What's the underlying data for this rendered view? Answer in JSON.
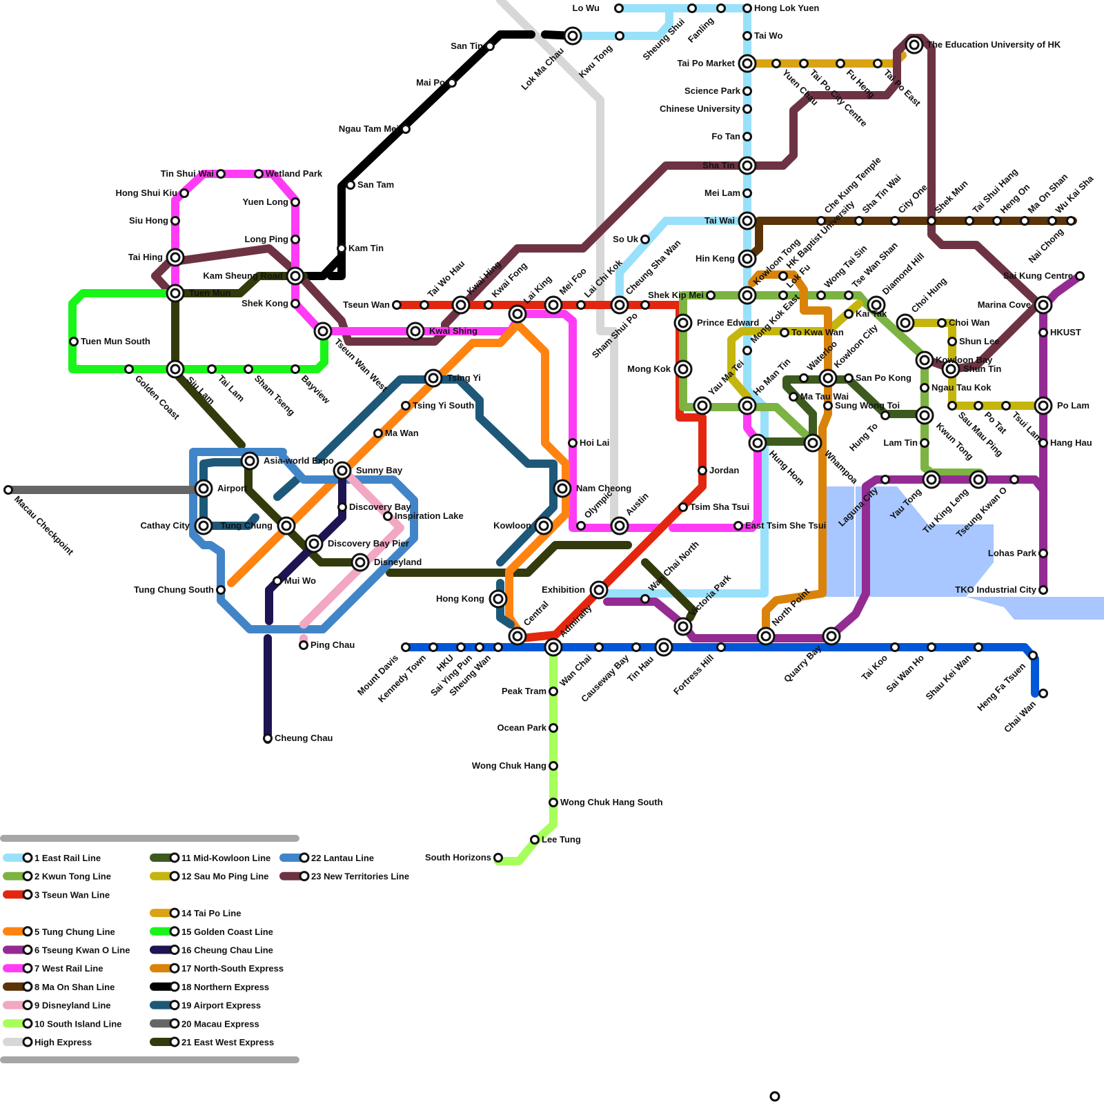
{
  "colors": {
    "east_rail": "#99e1fa",
    "kwun_tong": "#7cb342",
    "tsuen_wan": "#e3260f",
    "tung_chung": "#ff8311",
    "tseung_kwan_o": "#932b93",
    "west_rail": "#ff3cf5",
    "ma_on_shan": "#5a3308",
    "disneyland": "#f2a7c3",
    "south_island": "#a6ff5a",
    "high_express": "#d7d7d7",
    "mid_kowloon": "#3d5a1f",
    "sau_mo_ping": "#c4b60e",
    "tai_po": "#d9a314",
    "golden_coast": "#19f519",
    "cheung_chau": "#1d1452",
    "north_south": "#d9830a",
    "northern": "#000000",
    "airport": "#1e5878",
    "macau": "#666666",
    "east_west": "#333a0c",
    "lantau": "#4185c8",
    "new_territories": "#6d3343",
    "island": "#0057d8",
    "water": "#a8c6ff"
  },
  "legend": [
    {
      "label": "1 East Rail Line",
      "color": "#99e1fa"
    },
    {
      "label": "2 Kwun Tong Line",
      "color": "#7cb342"
    },
    {
      "label": "3 Tseun Wan Line",
      "color": "#e3260f"
    },
    {
      "label": "",
      "color": ""
    },
    {
      "label": "5 Tung Chung Line",
      "color": "#ff8311"
    },
    {
      "label": "6 Tseung Kwan O Line",
      "color": "#932b93"
    },
    {
      "label": "7 West Rail Line",
      "color": "#ff3cf5"
    },
    {
      "label": "8 Ma On Shan Line",
      "color": "#5a3308"
    },
    {
      "label": "9 Disneyland Line",
      "color": "#f2a7c3"
    },
    {
      "label": "10 South Island Line",
      "color": "#a6ff5a"
    },
    {
      "label": "High Express",
      "color": "#d7d7d7"
    },
    {
      "label": "11 Mid-Kowloon Line",
      "color": "#3d5a1f"
    },
    {
      "label": "12 Sau Mo Ping Line",
      "color": "#c4b60e"
    },
    {
      "label": "",
      "color": ""
    },
    {
      "label": "14 Tai Po Line",
      "color": "#d9a314"
    },
    {
      "label": "15 Golden Coast Line",
      "color": "#19f519"
    },
    {
      "label": "16 Cheung Chau Line",
      "color": "#1d1452"
    },
    {
      "label": "17 North-South Express",
      "color": "#d9830a"
    },
    {
      "label": "18 Northern Express",
      "color": "#000000"
    },
    {
      "label": "19 Airport Express",
      "color": "#1e5878"
    },
    {
      "label": "20 Macau Express",
      "color": "#666666"
    },
    {
      "label": "21 East West Express",
      "color": "#333a0c"
    },
    {
      "label": "22 Lantau Line",
      "color": "#4185c8"
    },
    {
      "label": "23 New Territories Line",
      "color": "#6d3343"
    }
  ],
  "stations": [
    "Lo Wu",
    "Sheung Shui",
    "Fanling",
    "Hong Lok Yuen",
    "Tai Wo",
    "Lok Ma Chau",
    "Kwu Tong",
    "San Tin",
    "Mai Po",
    "Ngau Tam Mei",
    "San Tam",
    "Kam Tin",
    "Tai Po Market",
    "Yuen Chau",
    "Tai Po City Centre",
    "Fu Heng",
    "Tai Po East",
    "The Education University of HK",
    "Science Park",
    "Chinese University",
    "Fo Tan",
    "Sha Tin",
    "Mei Lam",
    "Tai Wai",
    "Che Kung Temple",
    "Sha Tin Wai",
    "City One",
    "Shek Mun",
    "Tai Shui Hang",
    "Heng On",
    "Ma On Shan",
    "Wu Kai Sha",
    "Nai Chong",
    "Sai Kung Centre",
    "Tin Shui Wai",
    "Wetland Park",
    "Hong Shui Kiu",
    "Siu Hong",
    "Yuen Long",
    "Long Ping",
    "Tai Hing",
    "Tuen Mun",
    "Kam Sheung Road",
    "Shek Kong",
    "Tuen Mun South",
    "Golden Coast",
    "Siu Lam",
    "Tai Lam",
    "Sham Tseng",
    "Bayview",
    "Tseun Wan West",
    "Kwai Shing",
    "Tseun Wan",
    "Tai Wo Hau",
    "Kwai Hing",
    "Kwai Fong",
    "Lai King",
    "Mei Foo",
    "Lai Chi Kok",
    "Cheung Sha Wan",
    "Sham Shui Po",
    "So Uk",
    "Shek Kip Mei",
    "Hin Keng",
    "Kowloon Tong",
    "HK Baptist University",
    "Lok Fu",
    "Wong Tai Sin",
    "Tse Wan Shan",
    "Diamond Hill",
    "Choi Hung",
    "Choi Wan",
    "Shun Lee",
    "Kowloon Bay",
    "Shun Tin",
    "Ngau Tau Kok",
    "Kwun Tong",
    "Lam Tin",
    "Sau Mau Ping",
    "Po Tat",
    "Tsui Lam",
    "Po Lam",
    "Hang Hau",
    "HKUST",
    "Marina Cove",
    "Lohas Park",
    "TKO Industrial City",
    "Prince Edward",
    "Mong Kok",
    "Mong Kok East",
    "Yau Ma Tei",
    "Ho Man Tin",
    "Hung Hom",
    "To Kwa Wan",
    "Sung Wong Toi",
    "Kai Tak",
    "San Po Kong",
    "Kowloon City",
    "Waterloo",
    "Ma Tau Wai",
    "Whampoa",
    "Hung To",
    "Jordan",
    "Tsim Sha Tsui",
    "East Tsim She Tsui",
    "Austin",
    "Olympic",
    "Nam Cheong",
    "Hoi Lai",
    "Kowloon",
    "Tsing Yi",
    "Tsing Yi South",
    "Ma Wan",
    "Sunny Bay",
    "Asia-world Expo",
    "Airport",
    "Cathay City",
    "Tung Chung",
    "Tung Chung South",
    "Discovery Bay",
    "Inspiration Lake",
    "Discovery Bay Pier",
    "Disneyland",
    "Mui Wo",
    "Ping Chau",
    "Cheung Chau",
    "Macau Checkpoint",
    "Hong Kong",
    "Central",
    "Admiralty",
    "Exhibition",
    "Wan Chai North",
    "Victoria Park",
    "North Point",
    "Quarry Bay",
    "Laguna City",
    "Yau Tong",
    "Tiu King Leng",
    "Tseung Kwan O",
    "Mount Davis",
    "Kennedy Town",
    "HKU",
    "Sai Ying Pun",
    "Sheung Wan",
    "Wan Chai",
    "Causeway Bay",
    "Tin Hau",
    "Fortress Hill",
    "Tai Koo",
    "Sai Wan Ho",
    "Shau Kei Wan",
    "Heng Fa Tsuen",
    "Chai Wan",
    "Peak Tram",
    "Ocean Park",
    "Wong Chuk Hang",
    "Wong Chuk Hang South",
    "Lee Tung",
    "South Horizons"
  ]
}
